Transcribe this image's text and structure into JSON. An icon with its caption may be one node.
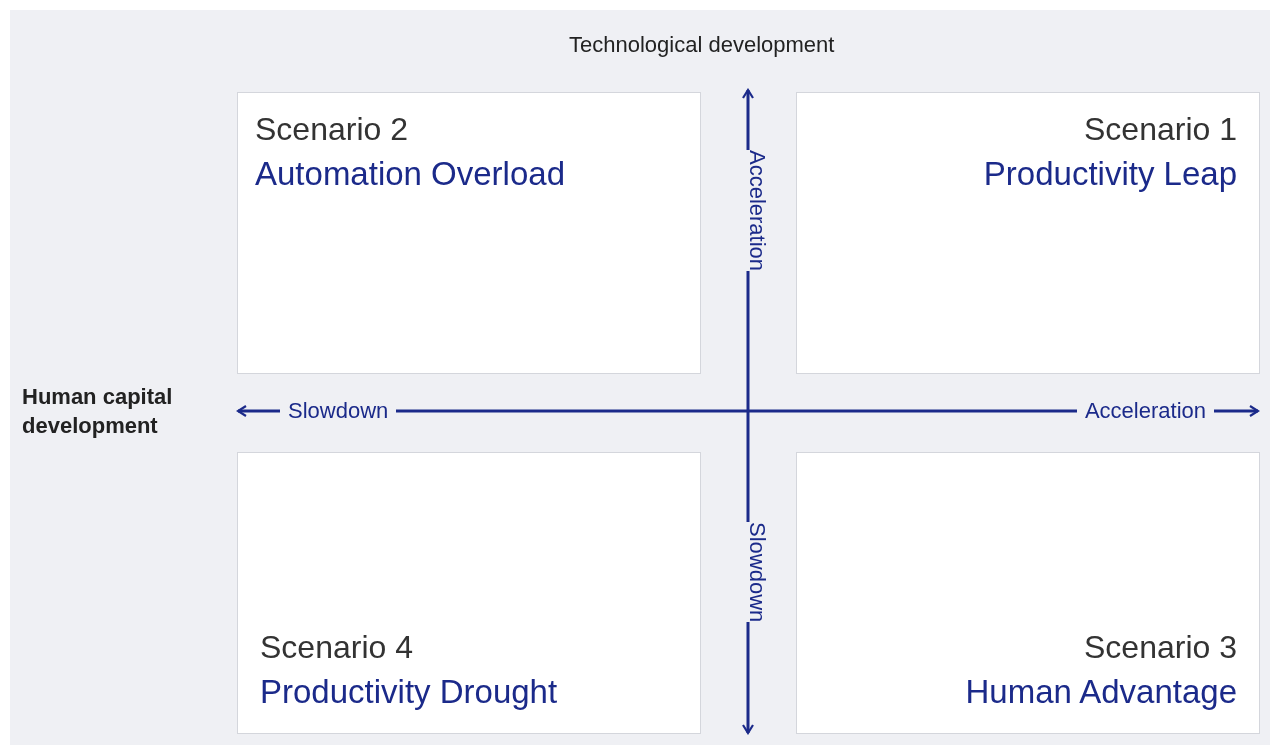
{
  "diagram": {
    "nodes": [
      {
        "text": [
          "Scenario 2",
          "Automation Overload"
        ]
      },
      {
        "text": [
          "Scenario 1",
          "Productivity Leap"
        ]
      },
      {
        "text": [
          "Scenario 4",
          "Productivity Drought"
        ]
      },
      {
        "text": [
          "Scenario 3",
          "Human Advantage"
        ]
      }
    ],
    "labels": [
      "Technological development",
      "Acceleration",
      "Human capital development",
      "Slowdown",
      "Acceleration",
      "Slowdown"
    ]
  }
}
